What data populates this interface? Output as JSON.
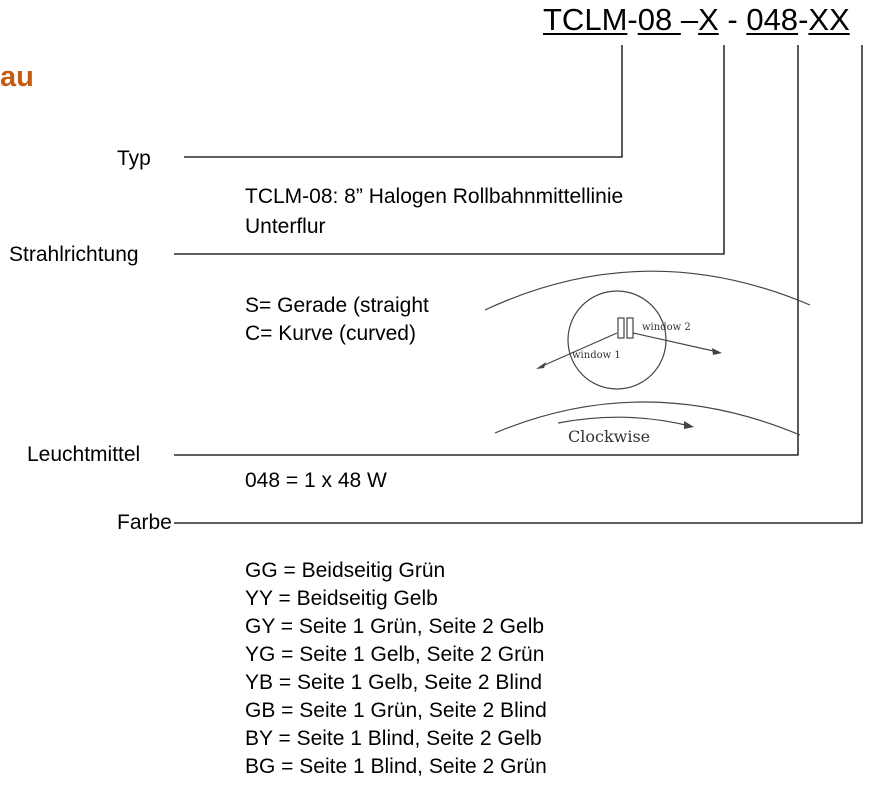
{
  "heading": "au",
  "code": {
    "typ": "TCLM",
    "sep1": "-",
    "size": "08 ",
    "sep2": "–",
    "direction": "X",
    "sep3": " - ",
    "lamp": "048",
    "sep4": "-",
    "color": "XX"
  },
  "labels": {
    "typ": "Typ",
    "strahlrichtung": "Strahlrichtung",
    "leuchtmittel": "Leuchtmittel",
    "farbe": "Farbe"
  },
  "typ_desc": [
    "TCLM-08: 8” Halogen Rollbahnmittellinie",
    "Unterflur"
  ],
  "direction_desc": [
    "S= Gerade (straight",
    "C= Kurve (curved)"
  ],
  "lamp_desc": "048 = 1 x 48 W",
  "color_options": [
    "GG = Beidseitig Grün",
    "YY =  Beidseitig Gelb",
    "GY = Seite 1 Grün, Seite 2 Gelb",
    "YG = Seite 1 Gelb, Seite 2 Grün",
    "YB = Seite 1 Gelb, Seite 2 Blind",
    "GB = Seite 1 Grün, Seite 2 Blind",
    "BY = Seite 1 Blind, Seite 2 Gelb",
    "BG = Seite 1 Blind, Seite 2 Grün"
  ],
  "figure": {
    "window1": "window 1",
    "window2": "window 2",
    "clockwise": "Clockwise"
  }
}
